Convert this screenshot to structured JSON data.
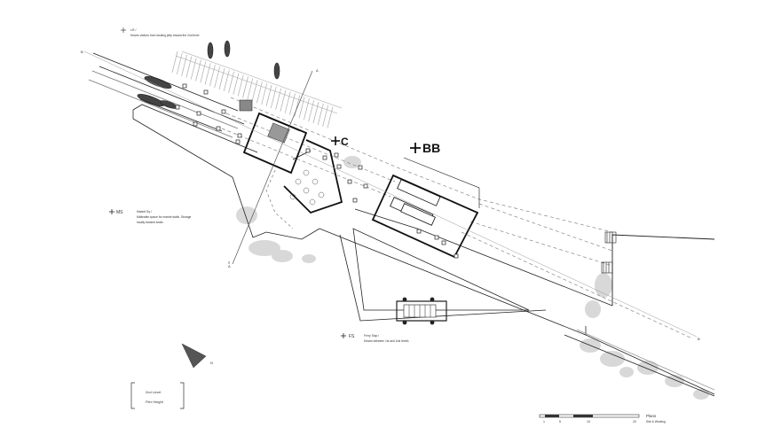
{
  "annotations": {
    "lr": {
      "title": "LR /",
      "desc": "Moves visitors from landing jetty toward the 2nd level"
    },
    "mm": {
      "title": "MS",
      "desc1": "Market Sq /",
      "desc2": "Malleable space for market stalls. Storage",
      "desc3": "locally banked seats"
    },
    "fs": {
      "title": "FS",
      "desc1": "Ferry Stop /",
      "desc2": "Moves between 1st and 2nd levels"
    }
  },
  "section_marks": {
    "c": "C",
    "bb": "BB",
    "a_top": "A",
    "a_bottom": "A",
    "b_left": "B",
    "b_right": "B"
  },
  "north": {
    "label": "N",
    "icon": "north-arrow-icon"
  },
  "legend": {
    "line1": "2nd Level",
    "line2": "Pier Height"
  },
  "scale": {
    "ticks": [
      "1",
      "5",
      "10",
      "20"
    ],
    "title": "Plans",
    "subtitle": "Site & Working"
  },
  "colors": {
    "line": "#222222",
    "dashed": "#888888",
    "hatch": "#bbbbbb",
    "vegetation": "#c9c9c9"
  }
}
